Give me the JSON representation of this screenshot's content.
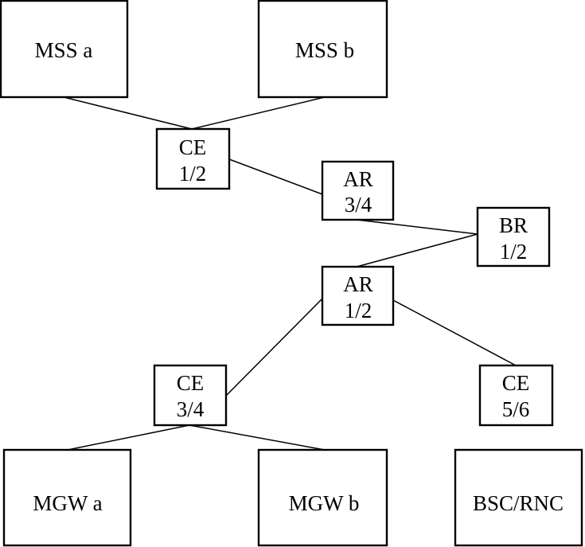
{
  "diagram": {
    "nodes": {
      "mss_a": {
        "line1": "MSS a"
      },
      "mss_b": {
        "line1": "MSS b"
      },
      "ce12": {
        "line1": "CE",
        "line2": "1/2"
      },
      "ar34": {
        "line1": "AR",
        "line2": "3/4"
      },
      "br12": {
        "line1": "BR",
        "line2": "1/2"
      },
      "ar12": {
        "line1": "AR",
        "line2": "1/2"
      },
      "ce34": {
        "line1": "CE",
        "line2": "3/4"
      },
      "ce56": {
        "line1": "CE",
        "line2": "5/6"
      },
      "mgw_a": {
        "line1": "MGW a"
      },
      "mgw_b": {
        "line1": "MGW b"
      },
      "bsc_rnc": {
        "line1": "BSC/RNC"
      }
    }
  }
}
